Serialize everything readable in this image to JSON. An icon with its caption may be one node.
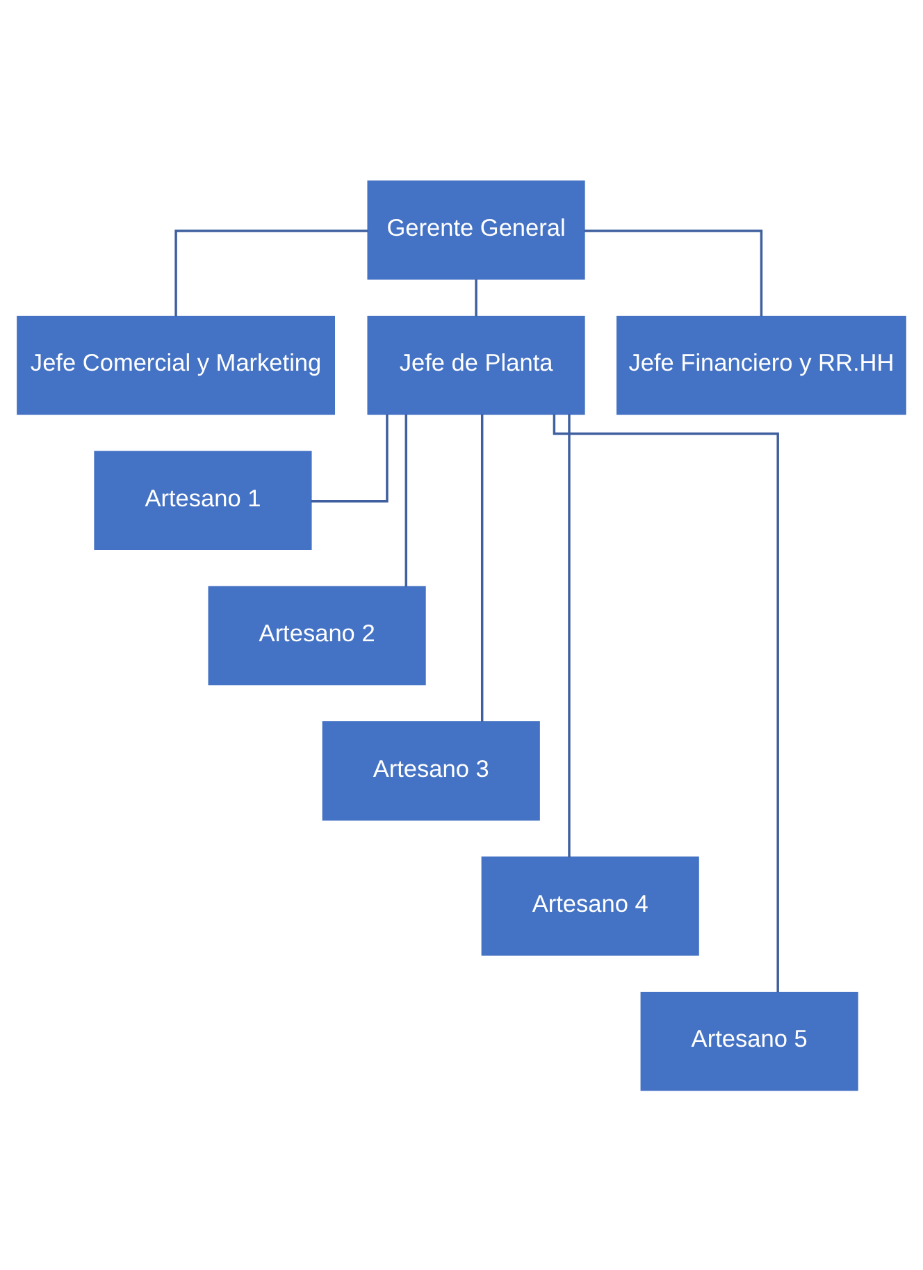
{
  "diagram": {
    "nodes": [
      {
        "text": [
          "Gerente General"
        ]
      },
      {
        "text": [
          "Jefe Comercial y Marketing"
        ]
      },
      {
        "text": [
          "Jefe de Planta"
        ]
      },
      {
        "text": [
          "Jefe Financiero y RR.HH"
        ]
      },
      {
        "text": [
          "Artesano 1"
        ]
      },
      {
        "text": [
          "Artesano 2"
        ]
      },
      {
        "text": [
          "Artesano 3"
        ]
      },
      {
        "text": [
          "Artesano 4"
        ]
      },
      {
        "text": [
          "Artesano 5"
        ]
      }
    ],
    "edges": [
      {
        "from": 0,
        "to": 1,
        "arrow": "none"
      },
      {
        "from": 0,
        "to": 2,
        "arrow": "none"
      },
      {
        "from": 0,
        "to": 3,
        "arrow": "none"
      },
      {
        "from": 2,
        "to": 4,
        "arrow": "none"
      },
      {
        "from": 2,
        "to": 5,
        "arrow": "none"
      },
      {
        "from": 2,
        "to": 6,
        "arrow": "none"
      },
      {
        "from": 2,
        "to": 7,
        "arrow": "none"
      },
      {
        "from": 2,
        "to": 8,
        "arrow": "none"
      }
    ]
  }
}
